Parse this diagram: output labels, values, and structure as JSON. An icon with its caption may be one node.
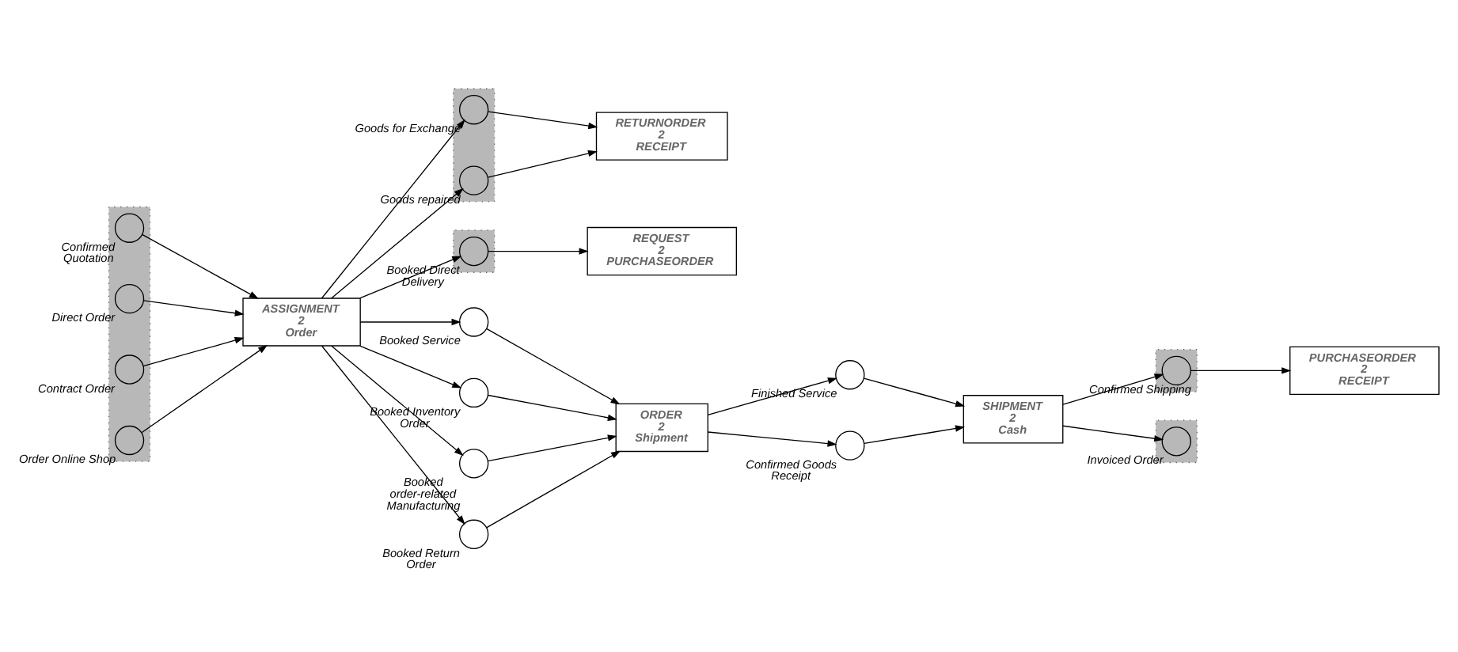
{
  "diagram": {
    "nodes": [
      {
        "text": [
          "RETURNORDER 2 RECEIPT"
        ]
      },
      {
        "text": [
          "REQUEST 2 PURCHASEORDER"
        ]
      },
      {
        "text": [
          "PURCHASEORDER 2 RECEIPT"
        ]
      },
      {
        "text": [],
        "shape": "box"
      },
      {
        "text": [],
        "shape": "circle",
        "in": 3,
        "beside": [
          "Goods for Exchange"
        ]
      },
      {
        "text": [],
        "shape": "circle",
        "in": 3,
        "beside": [
          "Goods repaired"
        ]
      },
      {
        "text": [],
        "shape": "box"
      },
      {
        "text": [],
        "shape": "circle",
        "in": 6,
        "beside": [
          "Booked Direct Delivery"
        ]
      },
      {
        "text": [],
        "shape": "box"
      },
      {
        "text": [],
        "shape": "circle",
        "in": 8,
        "beside": [
          "Confirmed Shipping"
        ]
      },
      {
        "text": [],
        "shape": "box"
      },
      {
        "text": [],
        "shape": "circle",
        "in": 10,
        "beside": [
          "Confirmed Quotation"
        ]
      },
      {
        "text": [],
        "shape": "circle",
        "in": 10,
        "beside": [
          "Direct Order"
        ]
      },
      {
        "text": [],
        "shape": "circle",
        "in": 10,
        "beside": [
          "Contract Order"
        ]
      },
      {
        "text": [],
        "shape": "circle",
        "in": 10,
        "beside": [
          "Order Online Shop"
        ]
      },
      {
        "text": [
          "ASSIGNMENT 2 Order"
        ]
      },
      {
        "text": [],
        "shape": "circle",
        "beside": [
          "Booked Service"
        ]
      },
      {
        "text": [],
        "shape": "circle",
        "beside": [
          "Booked Inventory Order"
        ]
      },
      {
        "text": [],
        "shape": "circle",
        "beside": [
          "Booked order-related Manufacturing"
        ]
      },
      {
        "text": [],
        "shape": "circle",
        "beside": [
          "Booked Return Order"
        ]
      },
      {
        "text": [
          "ORDER 2 Shipment"
        ]
      },
      {
        "text": [],
        "shape": "circle",
        "beside": [
          "Finished Service"
        ]
      },
      {
        "text": [],
        "shape": "circle",
        "beside": [
          "Confirmed Goods Receipt"
        ]
      },
      {
        "text": [
          "SHIPMENT 2 Cash"
        ]
      },
      {
        "text": [],
        "shape": "box"
      },
      {
        "text": [],
        "shape": "circle",
        "in": 24,
        "beside": [
          "Invoiced Order"
        ]
      }
    ],
    "edges": [
      {
        "from": 11,
        "to": 15,
        "arrow": "to"
      },
      {
        "from": 12,
        "to": 15,
        "arrow": "to"
      },
      {
        "from": 13,
        "to": 15,
        "arrow": "to"
      },
      {
        "from": 14,
        "to": 15,
        "arrow": "to"
      },
      {
        "from": 15,
        "to": 4,
        "arrow": "to"
      },
      {
        "from": 15,
        "to": 5,
        "arrow": "to"
      },
      {
        "from": 15,
        "to": 7,
        "arrow": "to"
      },
      {
        "from": 4,
        "to": 0,
        "arrow": "to"
      },
      {
        "from": 5,
        "to": 0,
        "arrow": "to"
      },
      {
        "from": 7,
        "to": 1,
        "arrow": "to"
      },
      {
        "from": 15,
        "to": 16,
        "arrow": "to"
      },
      {
        "from": 15,
        "to": 17,
        "arrow": "to"
      },
      {
        "from": 15,
        "to": 18,
        "arrow": "to"
      },
      {
        "from": 15,
        "to": 19,
        "arrow": "to"
      },
      {
        "from": 16,
        "to": 20,
        "arrow": "to"
      },
      {
        "from": 17,
        "to": 20,
        "arrow": "to"
      },
      {
        "from": 18,
        "to": 20,
        "arrow": "to"
      },
      {
        "from": 19,
        "to": 20,
        "arrow": "to"
      },
      {
        "from": 20,
        "to": 21,
        "arrow": "to"
      },
      {
        "from": 20,
        "to": 22,
        "arrow": "to"
      },
      {
        "from": 21,
        "to": 23,
        "arrow": "to"
      },
      {
        "from": 22,
        "to": 23,
        "arrow": "to"
      },
      {
        "from": 23,
        "to": 9,
        "arrow": "to"
      },
      {
        "from": 9,
        "to": 2,
        "arrow": "to"
      },
      {
        "from": 23,
        "to": 25,
        "arrow": "to"
      }
    ]
  }
}
